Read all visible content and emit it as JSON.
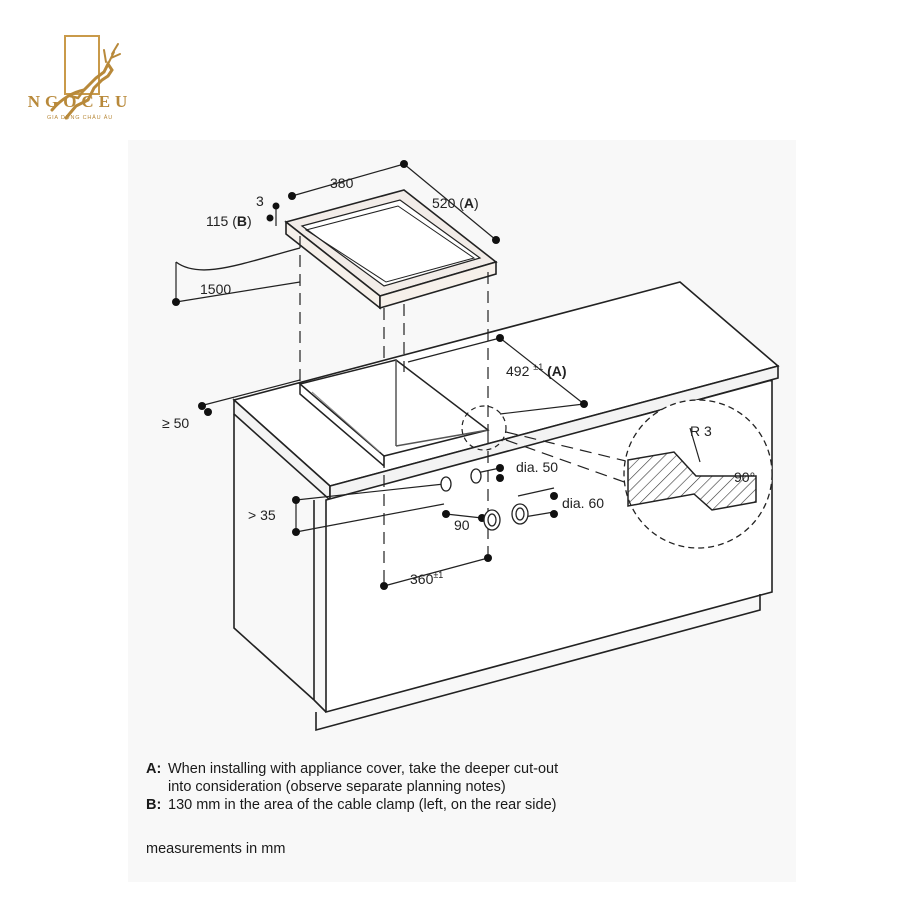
{
  "brand": {
    "name": "NGOCEU",
    "tagline": "GIA DỤNG CHÂU ÂU",
    "color": "#b8893a"
  },
  "dimensions": {
    "cutout_width": "380",
    "cutout_depth": "520 (",
    "cutout_depth_key": "A",
    "cutout_depth_close": ")",
    "frame_thickness": "3",
    "unit_height": "115 (",
    "unit_height_key": "B",
    "unit_height_close": ")",
    "cable_length": "1500",
    "depth_cutout": "492",
    "depth_cutout_tol": "±1",
    "depth_cutout_key": "(A)",
    "front_edge": "≥ 50",
    "drawer_gap": "> 35",
    "hole_small": "dia. 50",
    "hole_large": "dia. 60",
    "hole_angle": "90",
    "front_offset": "360",
    "front_offset_tol": "±1",
    "detail_radius": "R 3",
    "detail_angle": "90°"
  },
  "notes": [
    {
      "key": "A:",
      "text": "When installing with appliance cover, take the deeper cut-out\ninto consideration (observe separate planning notes)"
    },
    {
      "key": "B:",
      "text": "130 mm in the area of the cable clamp (left, on the rear side)"
    }
  ],
  "units_note": "measurements in mm"
}
